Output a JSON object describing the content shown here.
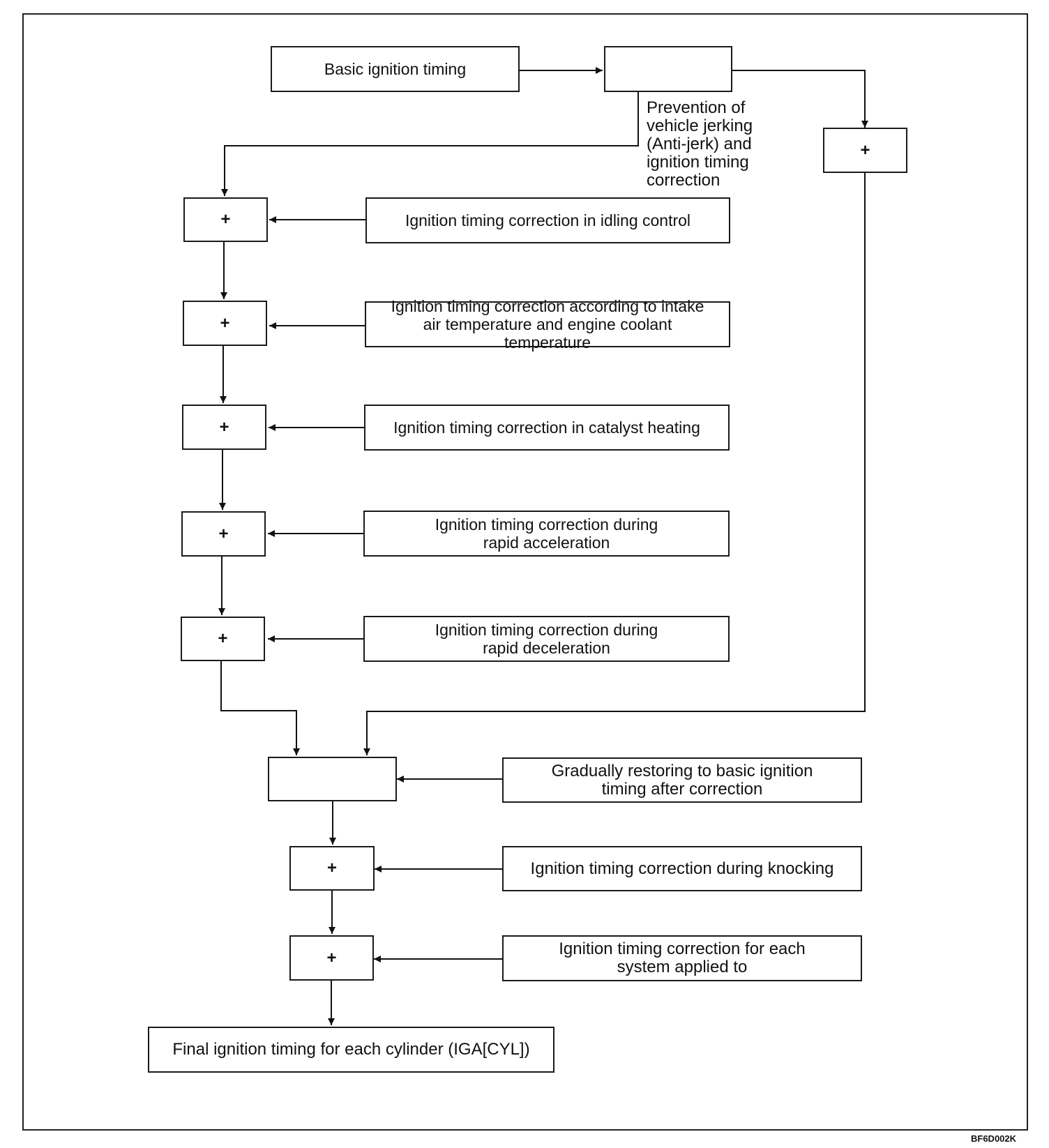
{
  "diagram": {
    "basic_timing": "Basic ignition timing",
    "anti_jerk_lines": [
      "Prevention of",
      "vehicle jerking",
      "(Anti-jerk) and",
      "ignition timing",
      "correction"
    ],
    "sum_symbol": "+",
    "corrections": {
      "idling": "Ignition timing correction in idling control",
      "intake_coolant": "Ignition timing correction according to intake air temperature and engine coolant temperature",
      "catalyst": "Ignition timing correction in catalyst heating",
      "rapid_accel": "Ignition timing correction during rapid acceleration",
      "rapid_decel": "Ignition timing correction during rapid deceleration",
      "restoring": "Gradually restoring to basic ignition timing after correction",
      "knocking": "Ignition timing correction during knocking",
      "each_system": "Ignition timing correction for each system applied to"
    },
    "final": "Final ignition timing for each cylinder (IGA[CYL])",
    "figure_code": "BF6D002K"
  }
}
